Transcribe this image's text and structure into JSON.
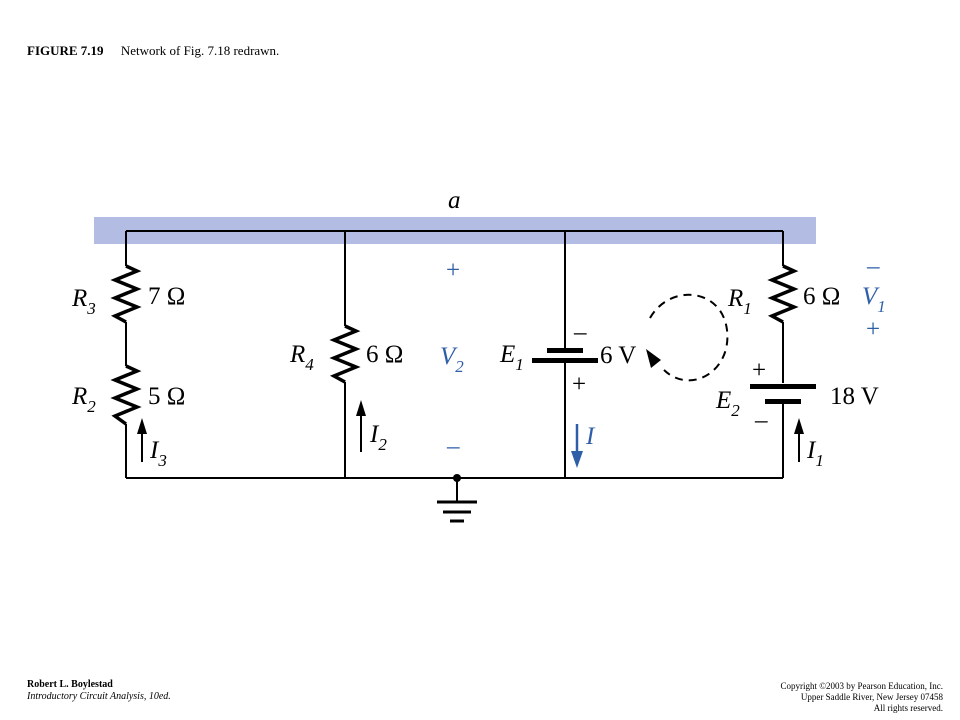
{
  "caption": {
    "figure_number": "FIGURE 7.19",
    "title": "Network of Fig. 7.18 redrawn."
  },
  "footer": {
    "author": "Robert L. Boylestad",
    "book": "Introductory Circuit Analysis, 10ed.",
    "copyright_lines": [
      "Copyright ©2003 by Pearson Education, Inc.",
      "Upper Saddle River, New Jersey 07458",
      "All rights reserved."
    ]
  },
  "circuit": {
    "node_label": "a",
    "resistors": [
      {
        "name": "R",
        "sub": "3",
        "value": "7 Ω"
      },
      {
        "name": "R",
        "sub": "2",
        "value": "5 Ω"
      },
      {
        "name": "R",
        "sub": "4",
        "value": "6 Ω"
      },
      {
        "name": "R",
        "sub": "1",
        "value": "6 Ω"
      }
    ],
    "sources": [
      {
        "name": "E",
        "sub": "1",
        "value": "6 V",
        "top_polarity": "–",
        "bottom_polarity": "+"
      },
      {
        "name": "E",
        "sub": "2",
        "value": "18 V",
        "top_polarity": "+",
        "bottom_polarity": "–"
      }
    ],
    "currents": [
      {
        "name": "I",
        "sub": "3"
      },
      {
        "name": "I",
        "sub": "2"
      },
      {
        "name": "I",
        "sub": ""
      },
      {
        "name": "I",
        "sub": "1"
      }
    ],
    "voltages": [
      {
        "name": "V",
        "sub": "2",
        "top_polarity": "+",
        "bottom_polarity": "–"
      },
      {
        "name": "V",
        "sub": "1",
        "top_polarity": "–",
        "bottom_polarity": "+"
      }
    ],
    "colors": {
      "node_bar": "#b3bde3",
      "accent": "#2e5ea8",
      "wire": "#000000"
    }
  }
}
